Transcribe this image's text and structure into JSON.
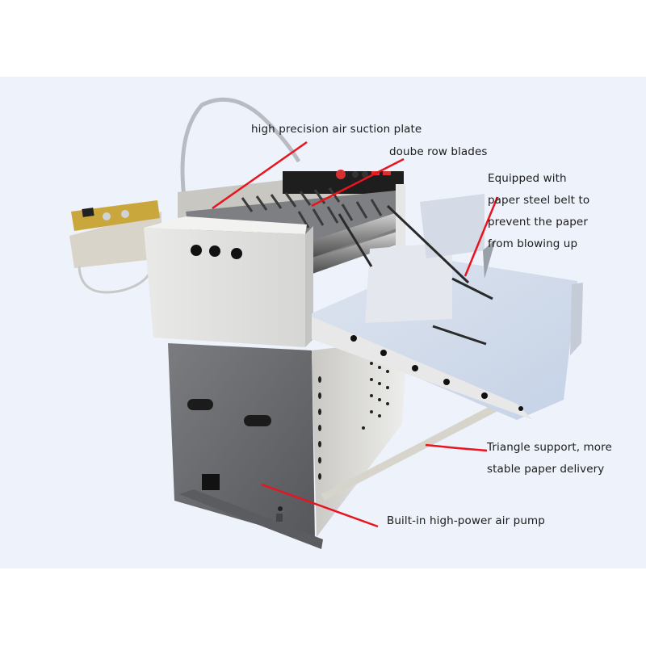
{
  "image": {
    "subject": "automatic paper cutting / slitting machine product photo with callouts",
    "background_color": "#eef2fb",
    "callout_line_color": "#e8141e"
  },
  "callouts": [
    {
      "id": "air-suction-plate",
      "lines": [
        "high precision air suction plate"
      ]
    },
    {
      "id": "double-row-blades",
      "lines": [
        "doube row blades"
      ]
    },
    {
      "id": "steel-belt",
      "lines": [
        "Equipped with",
        "paper steel belt to",
        "prevent the paper",
        "from blowing up"
      ]
    },
    {
      "id": "triangle-support",
      "lines": [
        "Triangle support, more",
        "stable paper delivery"
      ]
    },
    {
      "id": "air-pump",
      "lines": [
        "Built-in high-power air pump"
      ]
    }
  ]
}
